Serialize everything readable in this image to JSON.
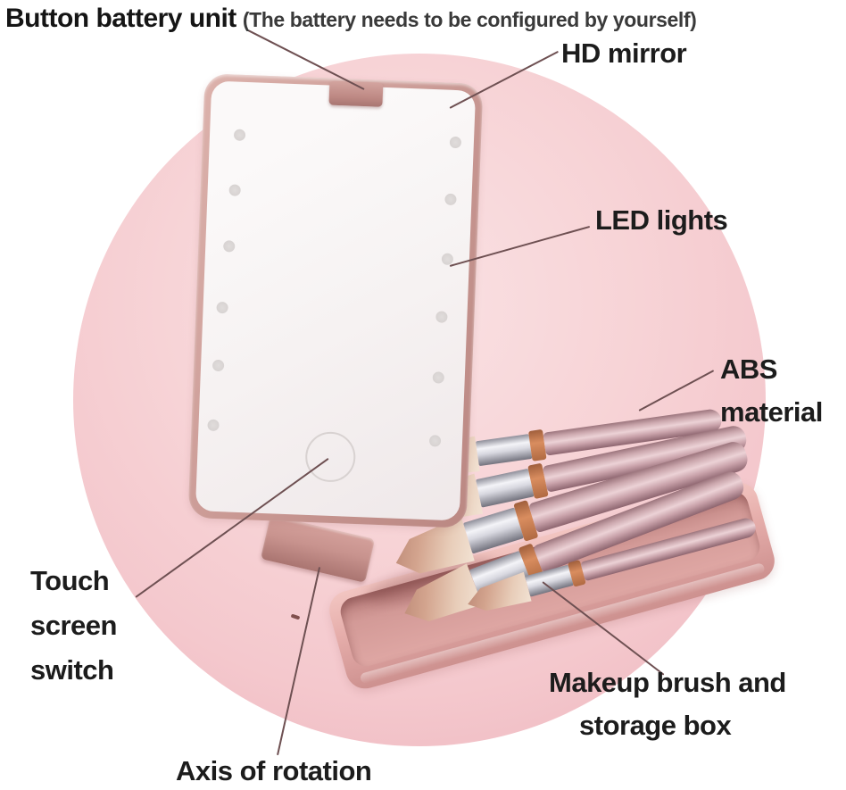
{
  "annotations": {
    "battery": {
      "label": "Button battery unit",
      "note": "(The battery needs to be configured by yourself)"
    },
    "hd_mirror": {
      "label": "HD mirror"
    },
    "led_lights": {
      "label": "LED lights"
    },
    "abs_material": {
      "lines": [
        "ABS",
        "material"
      ]
    },
    "touch_switch": {
      "lines": [
        "Touch",
        "screen",
        "switch"
      ]
    },
    "brush_box": {
      "lines": [
        "Makeup brush and",
        "storage box"
      ]
    },
    "axis": {
      "label": "Axis of rotation"
    }
  },
  "product": {
    "led_dots_visible": 12,
    "brushes_visible": 5
  },
  "colors": {
    "backdrop_circle": "#f4c8cd",
    "rose_gold_frame": "#c89792",
    "mirror_face": "#f7f4f4",
    "box_pink": "#e4aca9",
    "brush_handle": "#cba7ad",
    "ferrule_silver": "#d8d8e0",
    "clip_copper": "#c57a50",
    "callout_line": "#6e5052",
    "label_text": "#1c1c1c",
    "note_text": "#3a3a3a"
  }
}
